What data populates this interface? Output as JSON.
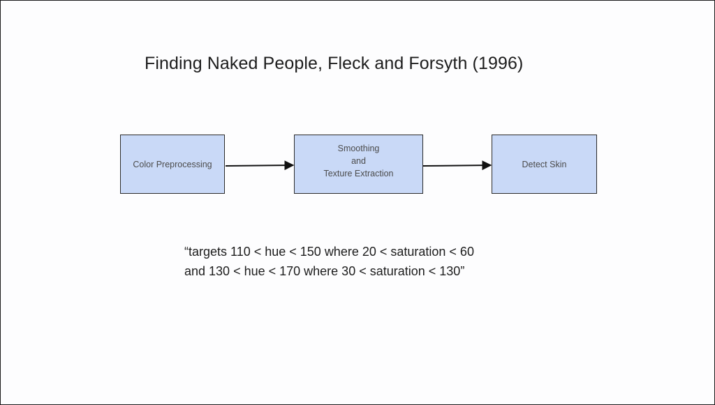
{
  "slide": {
    "title": "Finding Naked People, Fleck and Forsyth (1996)"
  },
  "pipeline": {
    "stages": [
      {
        "lines": [
          "Color Preprocessing"
        ]
      },
      {
        "lines": [
          "Smoothing",
          "and",
          "Texture Extraction"
        ]
      },
      {
        "lines": [
          "Detect Skin"
        ]
      }
    ]
  },
  "quote": {
    "line1": "“targets 110 < hue < 150 where 20 < saturation < 60",
    "line2": "and 130 < hue < 170 where 30 < saturation < 130”"
  },
  "colors": {
    "box_fill": "#c9d9f7",
    "box_border": "#2a2a2a",
    "arrow": "#111111"
  }
}
